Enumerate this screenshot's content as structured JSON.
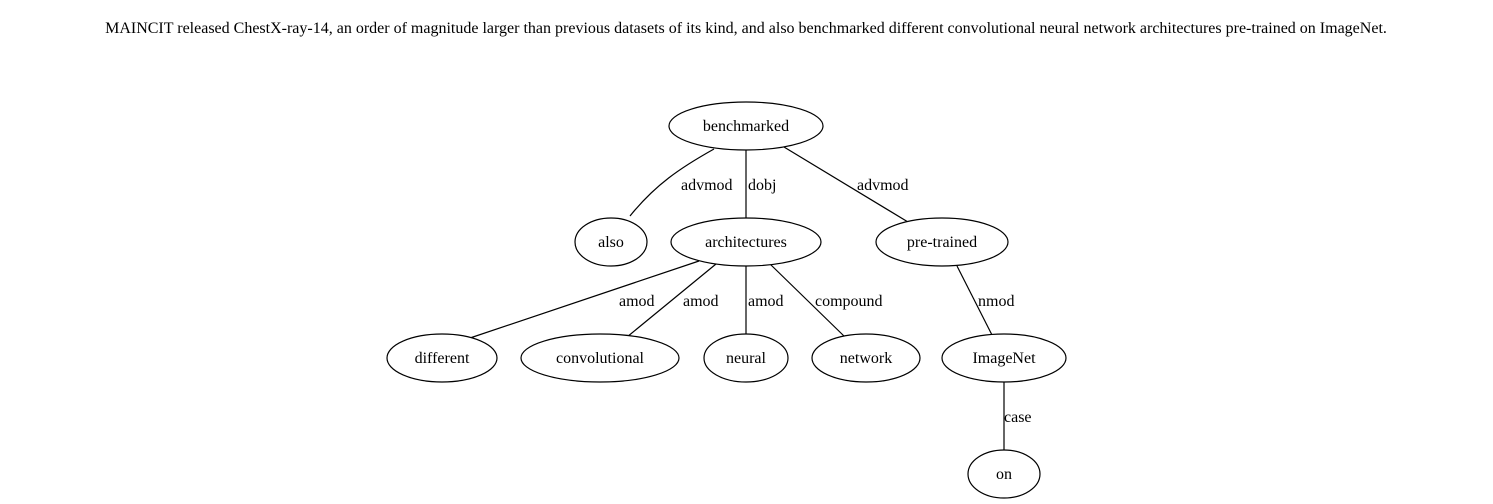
{
  "sentence": "MAINCIT released ChestX-ray-14, an order of magnitude larger than previous datasets of its kind, and also benchmarked different convolutional neural network architectures pre-trained on ImageNet.",
  "nodes": [
    {
      "id": "benchmarked",
      "label": "benchmarked"
    },
    {
      "id": "also",
      "label": "also"
    },
    {
      "id": "architectures",
      "label": "architectures"
    },
    {
      "id": "pre-trained",
      "label": "pre-trained"
    },
    {
      "id": "different",
      "label": "different"
    },
    {
      "id": "convolutional",
      "label": "convolutional"
    },
    {
      "id": "neural",
      "label": "neural"
    },
    {
      "id": "network",
      "label": "network"
    },
    {
      "id": "ImageNet",
      "label": "ImageNet"
    },
    {
      "id": "on",
      "label": "on"
    }
  ],
  "edges": [
    {
      "from": "benchmarked",
      "to": "also",
      "label": "advmod"
    },
    {
      "from": "benchmarked",
      "to": "architectures",
      "label": "dobj"
    },
    {
      "from": "benchmarked",
      "to": "pre-trained",
      "label": "advmod"
    },
    {
      "from": "architectures",
      "to": "different",
      "label": "amod"
    },
    {
      "from": "architectures",
      "to": "convolutional",
      "label": "amod"
    },
    {
      "from": "architectures",
      "to": "neural",
      "label": "amod"
    },
    {
      "from": "architectures",
      "to": "network",
      "label": "compound"
    },
    {
      "from": "pre-trained",
      "to": "ImageNet",
      "label": "nmod"
    },
    {
      "from": "ImageNet",
      "to": "on",
      "label": "case"
    }
  ]
}
